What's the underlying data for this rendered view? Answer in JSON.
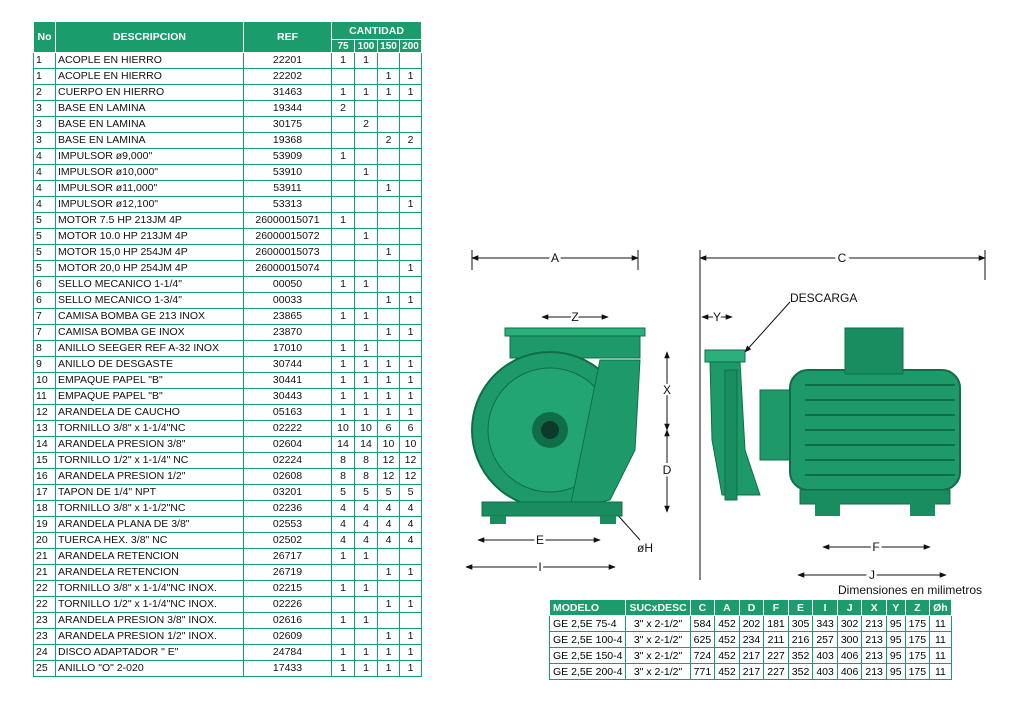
{
  "parts_table": {
    "headers": {
      "no": "No",
      "descripcion": "DESCRIPCION",
      "ref": "REF",
      "cantidad": "CANTIDAD",
      "sizes": [
        "75",
        "100",
        "150",
        "200"
      ]
    },
    "rows": [
      [
        "1",
        "ACOPLE EN HIERRO",
        "22201",
        "1",
        "1",
        "",
        ""
      ],
      [
        "1",
        "ACOPLE EN HIERRO",
        "22202",
        "",
        "",
        "1",
        "1"
      ],
      [
        "2",
        "CUERPO EN HIERRO",
        "31463",
        "1",
        "1",
        "1",
        "1"
      ],
      [
        "3",
        "BASE EN LAMINA",
        "19344",
        "2",
        "",
        "",
        ""
      ],
      [
        "3",
        "BASE EN LAMINA",
        "30175",
        "",
        "2",
        "",
        ""
      ],
      [
        "3",
        "BASE EN LAMINA",
        "19368",
        "",
        "",
        "2",
        "2"
      ],
      [
        "4",
        "IMPULSOR  ø9,000\"",
        "53909",
        "1",
        "",
        "",
        ""
      ],
      [
        "4",
        "IMPULSOR  ø10,000\"",
        "53910",
        "",
        "1",
        "",
        ""
      ],
      [
        "4",
        "IMPULSOR  ø11,000\"",
        "53911",
        "",
        "",
        "1",
        ""
      ],
      [
        "4",
        "IMPULSOR  ø12,100\"",
        "53313",
        "",
        "",
        "",
        "1"
      ],
      [
        "5",
        "MOTOR 7.5 HP 213JM 4P",
        "26000015071",
        "1",
        "",
        "",
        ""
      ],
      [
        "5",
        "MOTOR 10.0 HP 213JM 4P",
        "26000015072",
        "",
        "1",
        "",
        ""
      ],
      [
        "5",
        "MOTOR 15,0 HP 254JM 4P",
        "26000015073",
        "",
        "",
        "1",
        ""
      ],
      [
        "5",
        "MOTOR 20,0 HP 254JM 4P",
        "26000015074",
        "",
        "",
        "",
        "1"
      ],
      [
        "6",
        "SELLO MECANICO 1-1/4\"",
        "00050",
        "1",
        "1",
        "",
        ""
      ],
      [
        "6",
        "SELLO MECANICO 1-3/4\"",
        "00033",
        "",
        "",
        "1",
        "1"
      ],
      [
        "7",
        "CAMISA BOMBA GE 213 INOX",
        "23865",
        "1",
        "1",
        "",
        ""
      ],
      [
        "7",
        "CAMISA BOMBA GE INOX",
        "23870",
        "",
        "",
        "1",
        "1"
      ],
      [
        "8",
        "ANILLO SEEGER REF A-32 INOX",
        "17010",
        "1",
        "1",
        "",
        ""
      ],
      [
        "9",
        "ANILLO DE DESGASTE",
        "30744",
        "1",
        "1",
        "1",
        "1"
      ],
      [
        "10",
        "EMPAQUE PAPEL \"B\"",
        "30441",
        "1",
        "1",
        "1",
        "1"
      ],
      [
        "11",
        "EMPAQUE PAPEL \"B\"",
        "30443",
        "1",
        "1",
        "1",
        "1"
      ],
      [
        "12",
        "ARANDELA DE CAUCHO",
        "05163",
        "1",
        "1",
        "1",
        "1"
      ],
      [
        "13",
        "TORNILLO 3/8\" x 1-1/4\"NC",
        "02222",
        "10",
        "10",
        "6",
        "6"
      ],
      [
        "14",
        "ARANDELA PRESION 3/8\"",
        "02604",
        "14",
        "14",
        "10",
        "10"
      ],
      [
        "15",
        "TORNILLO 1/2\" x 1-1/4\" NC",
        "02224",
        "8",
        "8",
        "12",
        "12"
      ],
      [
        "16",
        "ARANDELA PRESION 1/2\"",
        "02608",
        "8",
        "8",
        "12",
        "12"
      ],
      [
        "17",
        "TAPON DE 1/4\" NPT",
        "03201",
        "5",
        "5",
        "5",
        "5"
      ],
      [
        "18",
        "TORNILLO 3/8\" x 1-1/2\"NC",
        "02236",
        "4",
        "4",
        "4",
        "4"
      ],
      [
        "19",
        "ARANDELA PLANA DE 3/8\"",
        "02553",
        "4",
        "4",
        "4",
        "4"
      ],
      [
        "20",
        "TUERCA HEX. 3/8\" NC",
        "02502",
        "4",
        "4",
        "4",
        "4"
      ],
      [
        "21",
        "ARANDELA RETENCION",
        "26717",
        "1",
        "1",
        "",
        ""
      ],
      [
        "21",
        "ARANDELA RETENCION",
        "26719",
        "",
        "",
        "1",
        "1"
      ],
      [
        "22",
        "TORNILLO 3/8\" x 1-1/4\"NC INOX.",
        "02215",
        "1",
        "1",
        "",
        ""
      ],
      [
        "22",
        "TORNILLO 1/2\" x 1-1/4\"NC INOX.",
        "02226",
        "",
        "",
        "1",
        "1"
      ],
      [
        "23",
        "ARANDELA PRESION 3/8\" INOX.",
        "02616",
        "1",
        "1",
        "",
        ""
      ],
      [
        "23",
        "ARANDELA PRESION 1/2\" INOX.",
        "02609",
        "",
        "",
        "1",
        "1"
      ],
      [
        "24",
        "DISCO ADAPTADOR \" E\"",
        "24784",
        "1",
        "1",
        "1",
        "1"
      ],
      [
        "25",
        "ANILLO \"O\" 2-020",
        "17433",
        "1",
        "1",
        "1",
        "1"
      ]
    ]
  },
  "drawing": {
    "labels": {
      "a": "A",
      "c": "C",
      "z": "Z",
      "y": "Y",
      "x": "X",
      "d": "D",
      "e": "E",
      "i": "I",
      "f": "F",
      "j": "J",
      "oh": "øH",
      "descarga": "DESCARGA"
    }
  },
  "dimensions": {
    "note": "Dimensiones en milimetros",
    "headers": [
      "MODELO",
      "SUCxDESC",
      "C",
      "A",
      "D",
      "F",
      "E",
      "I",
      "J",
      "X",
      "Y",
      "Z",
      "Øh"
    ],
    "rows": [
      [
        "GE 2,5E 75-4",
        "3\" x 2-1/2\"",
        "584",
        "452",
        "202",
        "181",
        "305",
        "343",
        "302",
        "213",
        "95",
        "175",
        "11"
      ],
      [
        "GE 2,5E 100-4",
        "3\" x 2-1/2\"",
        "625",
        "452",
        "234",
        "211",
        "216",
        "257",
        "300",
        "213",
        "95",
        "175",
        "11"
      ],
      [
        "GE 2,5E 150-4",
        "3\" x 2-1/2\"",
        "724",
        "452",
        "217",
        "227",
        "352",
        "403",
        "406",
        "213",
        "95",
        "175",
        "11"
      ],
      [
        "GE 2,5E 200-4",
        "3\" x 2-1/2\"",
        "771",
        "452",
        "217",
        "227",
        "352",
        "403",
        "406",
        "213",
        "95",
        "175",
        "11"
      ]
    ]
  },
  "colors": {
    "accent": "#1b9c6c",
    "pump": "#1e9a6a",
    "pump_dark": "#0f6e49"
  }
}
